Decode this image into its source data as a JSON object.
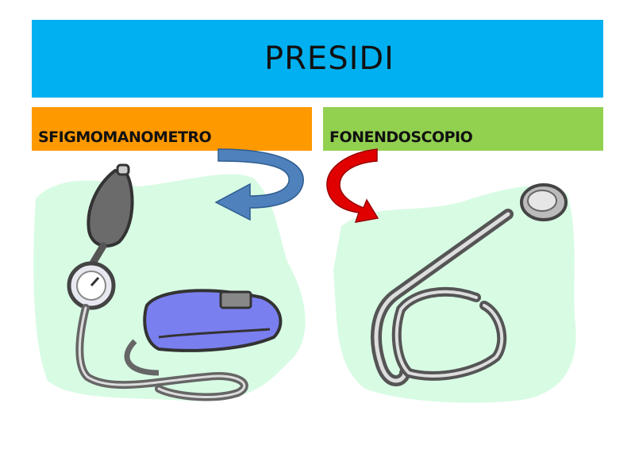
{
  "slide": {
    "title": "PRESIDI",
    "items": [
      {
        "label": "SFIGMOMANOMETRO",
        "color": "#ff9900"
      },
      {
        "label": "FONENDOSCOPIO",
        "color": "#92d050"
      }
    ],
    "title_color": "#00b0f0",
    "arrow_colors": {
      "left": "#4f81bd",
      "right": "#e00000"
    },
    "blob_color": "#d8fbe4"
  }
}
